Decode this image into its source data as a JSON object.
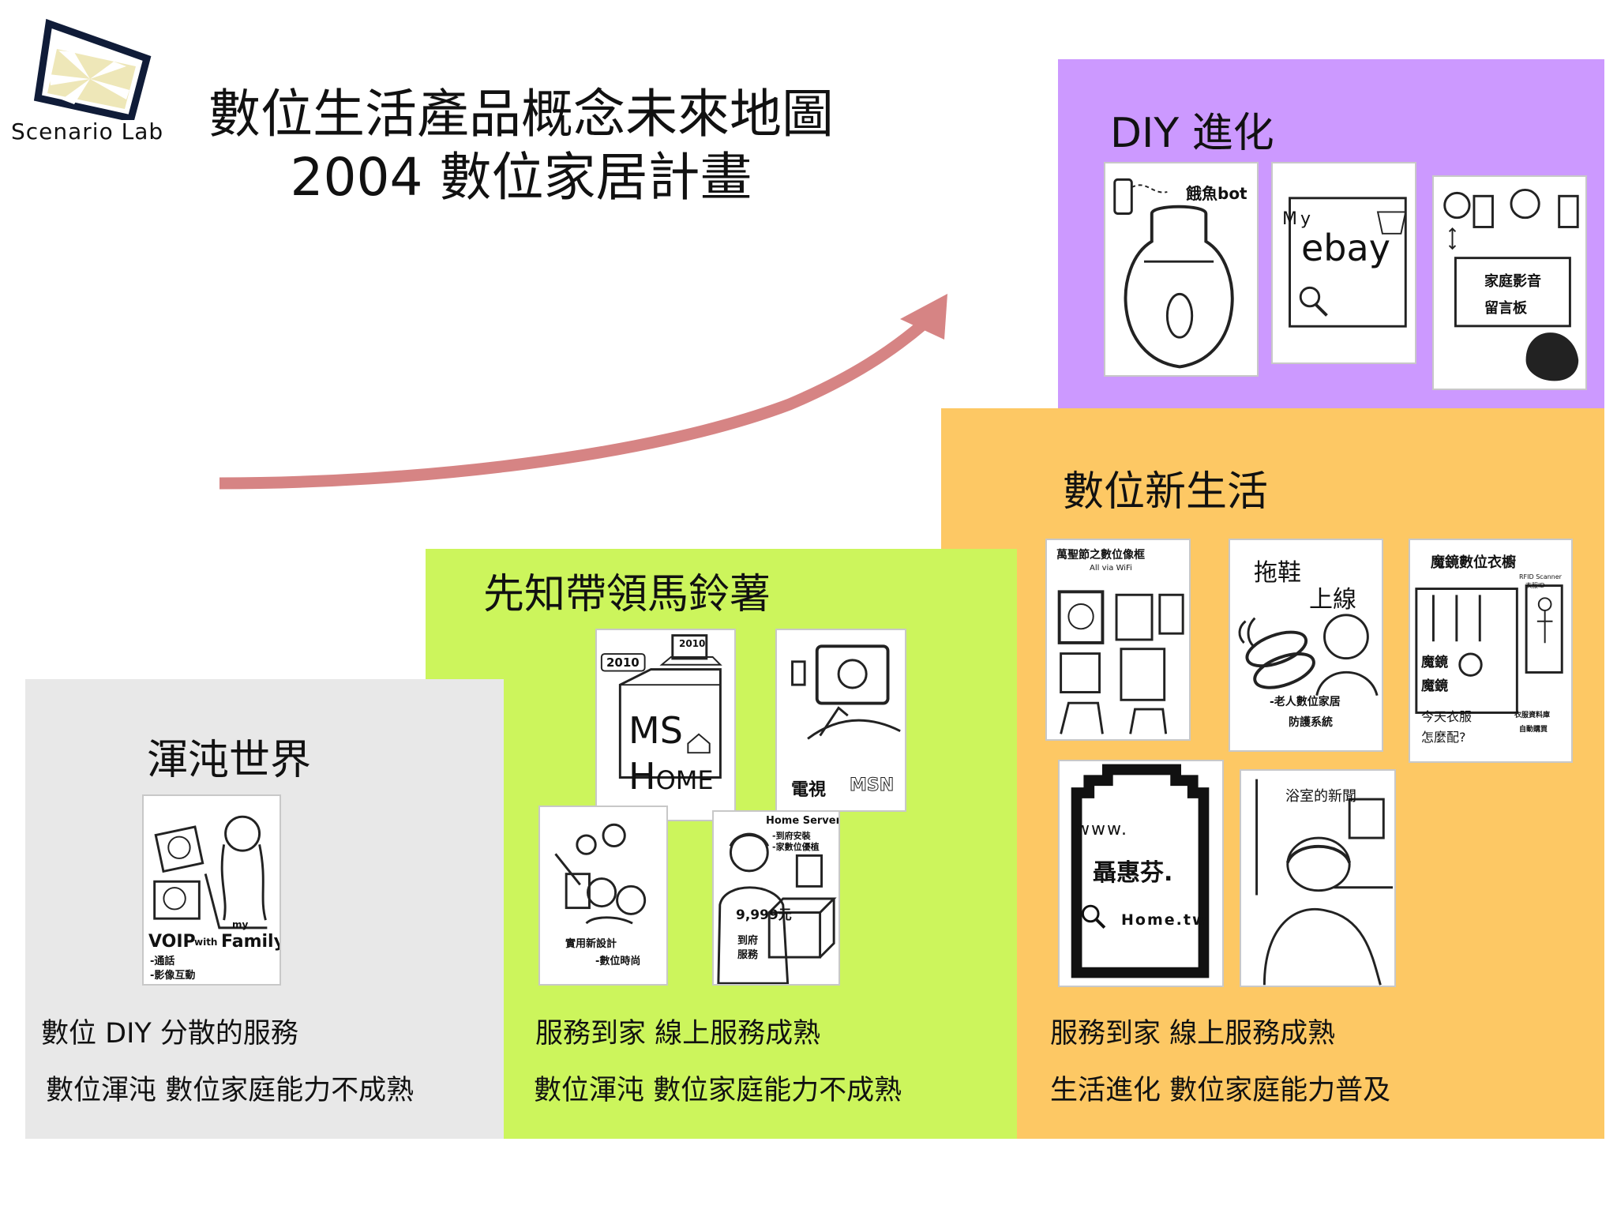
{
  "logo": {
    "text": "Scenario Lab"
  },
  "title": {
    "line1": "數位生活產品概念未來地圖",
    "line2": "2004  數位家居計畫"
  },
  "colors": {
    "chaos": "#e8e8e8",
    "pioneer": "#ccf55c",
    "newlife": "#fdc864",
    "diy": "#cc99ff",
    "arrow": "#d68484"
  },
  "stages": {
    "chaos": {
      "title": "渾沌世界",
      "note1": "數位 DIY  分散的服務",
      "note2": "數位渾沌 數位家庭能力不成熟"
    },
    "pioneer": {
      "title": "先知帶領馬鈴薯",
      "note1": "服務到家 線上服務成熟",
      "note2": "數位渾沌 數位家庭能力不成熟"
    },
    "newlife": {
      "title": "數位新生活",
      "note1": "服務到家 線上服務成熟",
      "note2": "生活進化 數位家庭能力普及"
    },
    "diy": {
      "title": "DIY  進化"
    }
  },
  "cards": {
    "voip": {
      "label": "VOIP",
      "with": "with",
      "family": "Family",
      "my": "my",
      "sub1": "-通話",
      "sub2": "-影像互動"
    },
    "mshome": {
      "year": "2010",
      "ms": "MS",
      "home": "Home"
    },
    "tvmsn": {
      "tv": "電視",
      "msn": "MSN"
    },
    "design": {
      "line1": "實用新設計",
      "line2": "-數位時尚"
    },
    "homeserver": {
      "header": "Home Server",
      "sub1": "-到府安裝",
      "sub2": "-家數位優植",
      "price": "9,999元",
      "visit": "到府",
      "service": "服務"
    },
    "frame": {
      "title": "萬聖節之數位像框",
      "sub": "All via WiFi"
    },
    "slippers": {
      "line1": "拖鞋",
      "line2": "上線",
      "sub1": "-老人數位家居",
      "sub2": "防護系統"
    },
    "wardrobe": {
      "title": "魔鏡數位衣櫥",
      "sub1": "RFID Scanner",
      "sub2": "衣服ID",
      "mirror1": "魔鏡",
      "mirror2": "魔鏡",
      "q1": "今天衣服",
      "q2": "怎麼配?",
      "note1": "衣服資料庫",
      "note2": "自動購買"
    },
    "website": {
      "www": "www.",
      "name": "聶惠芬.",
      "home": "Home.tw"
    },
    "bathroom": {
      "title": "浴室的新聞"
    },
    "fishbot": {
      "label": "餓魚bot"
    },
    "myebay": {
      "my": "My",
      "ebay": "ebay"
    },
    "message": {
      "line1": "家庭影音",
      "line2": "留言板"
    }
  }
}
